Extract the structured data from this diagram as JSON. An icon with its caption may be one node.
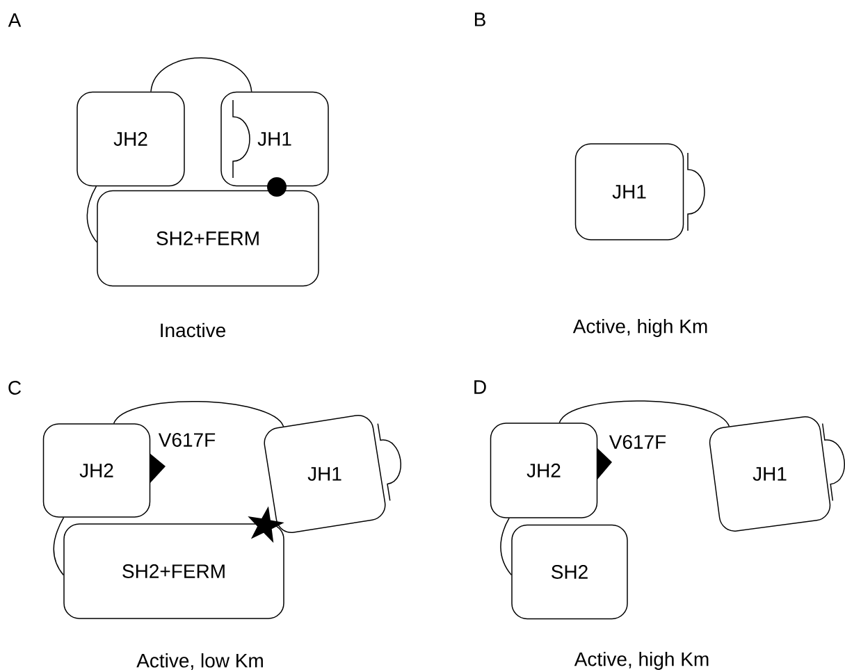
{
  "diagram": {
    "nodes": [
      {
        "text": [
          "JH2"
        ]
      },
      {
        "text": [
          "JH1"
        ]
      },
      {
        "text": [
          "SH2+FERM"
        ]
      },
      {
        "text": [
          "JH1"
        ]
      },
      {
        "text": [
          "JH2"
        ]
      },
      {
        "text": [
          "JH1"
        ]
      },
      {
        "text": [
          "SH2+FERM"
        ]
      },
      {
        "text": [
          "JH2"
        ]
      },
      {
        "text": [
          "JH1"
        ]
      },
      {
        "text": [
          "SH2"
        ]
      }
    ],
    "edges": [
      {
        "from": 0,
        "to": 1,
        "arrow": "none"
      },
      {
        "from": 0,
        "to": 2,
        "arrow": "none"
      },
      {
        "from": 4,
        "to": 5,
        "arrow": "none"
      },
      {
        "from": 4,
        "to": 6,
        "arrow": "none"
      },
      {
        "from": 7,
        "to": 8,
        "arrow": "none"
      },
      {
        "from": 7,
        "to": 9,
        "arrow": "none"
      }
    ],
    "labels": [
      "A",
      "B",
      "Inactive",
      "Active, high Km",
      "C",
      "D",
      "V617F",
      "V617F",
      "Active, low Km",
      "Active, high Km"
    ]
  }
}
